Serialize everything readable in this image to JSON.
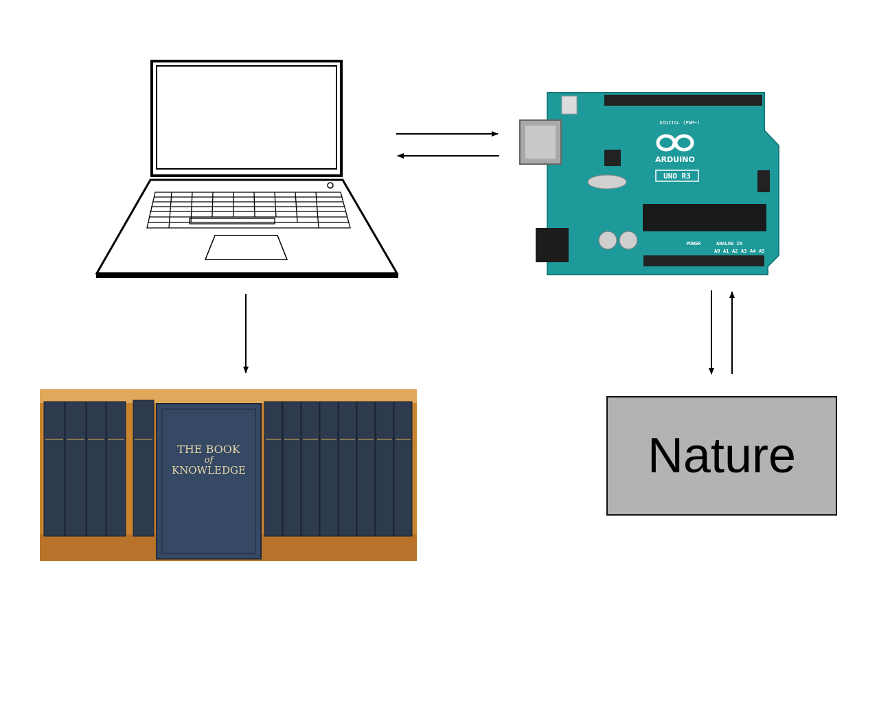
{
  "nodes": {
    "computer": {
      "icon": "laptop-icon"
    },
    "microcontroller": {
      "icon": "arduino-board-icon",
      "brand_text": "ARDUINO",
      "model_text": "UNO R3",
      "header_text": "DIGITAL (PWM~)",
      "power_text": "POWER",
      "analog_text": "ANALOG IN",
      "pin_labels": [
        "A0",
        "A1",
        "A2",
        "A3",
        "A4",
        "A5"
      ],
      "board_color": "#1f9a9a"
    },
    "knowledge": {
      "icon": "bookshelf-icon",
      "book_title": [
        "THE BOOK",
        "of",
        "KNOWLEDGE"
      ],
      "spine_color": "#2e3a4d",
      "shelf_color": "#c8842f"
    },
    "nature": {
      "label": "Nature",
      "fill": "#b3b3b3"
    }
  },
  "edges": [
    {
      "from": "computer",
      "to": "microcontroller"
    },
    {
      "from": "microcontroller",
      "to": "computer"
    },
    {
      "from": "computer",
      "to": "knowledge"
    },
    {
      "from": "microcontroller",
      "to": "nature"
    },
    {
      "from": "nature",
      "to": "microcontroller"
    }
  ]
}
